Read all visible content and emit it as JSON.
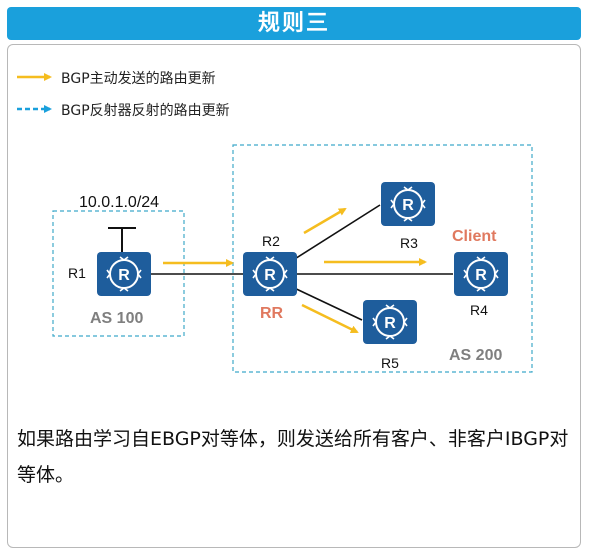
{
  "title": "规则三",
  "legend": {
    "active_update": "BGP主动发送的路由更新",
    "reflected_update": "BGP反射器反射的路由更新"
  },
  "network": {
    "prefix": "10.0.1.0/24",
    "as_left": "AS 100",
    "as_right": "AS 200",
    "routers": {
      "r1": "R1",
      "r2": "R2",
      "r3": "R3",
      "r4": "R4",
      "r5": "R5"
    },
    "roles": {
      "rr": "RR",
      "client": "Client"
    }
  },
  "description": "如果路由学习自EBGP对等体，则发送给所有客户、非客户IBGP对等体。",
  "colors": {
    "title_bg": "#1aa0dc",
    "router_fill": "#1e5d9c",
    "active_arrow": "#f5bd1f",
    "reflected_arrow": "#1aa0dc",
    "as_border": "#3fa9c9",
    "role_text": "#e0795f"
  }
}
